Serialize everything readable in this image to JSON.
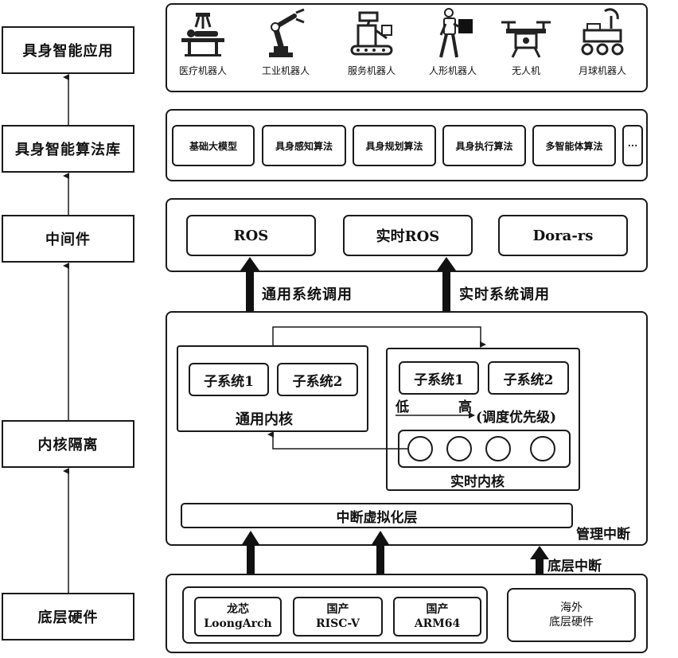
{
  "layers": {
    "application": "具身智能应用",
    "algorithm_library": "具身智能算法库",
    "middleware": "中间件",
    "kernel_isolation": "内核隔离",
    "hardware": "底层硬件"
  },
  "robots": [
    {
      "name": "医疗机器人",
      "icon": "medical-robot-icon"
    },
    {
      "name": "工业机器人",
      "icon": "industrial-robot-arm-icon"
    },
    {
      "name": "服务机器人",
      "icon": "service-robot-icon"
    },
    {
      "name": "人形机器人",
      "icon": "humanoid-robot-icon"
    },
    {
      "name": "无人机",
      "icon": "drone-icon"
    },
    {
      "name": "月球机器人",
      "icon": "lunar-rover-icon"
    }
  ],
  "algorithms": [
    "基础大模型",
    "具身感知算法",
    "具身规划算法",
    "具身执行算法",
    "多智能体算法",
    "···"
  ],
  "middleware": [
    "ROS",
    "实时ROS",
    "Dora-rs"
  ],
  "calls": {
    "general": "通用系统调用",
    "realtime": "实时系统调用"
  },
  "kernel": {
    "general_kernel": "通用内核",
    "realtime_kernel": "实时内核",
    "subsystem1": "子系统1",
    "subsystem2": "子系统2",
    "priority_low": "低",
    "priority_high": "高",
    "priority_label": "(调度优先级)",
    "interrupt_virtualization": "中断虚拟化层",
    "manage_interrupt": "管理中断",
    "bottom_interrupt": "底层中断"
  },
  "hardware": {
    "domestic": [
      {
        "line1": "龙芯",
        "line2": "LoongArch"
      },
      {
        "line1": "国产",
        "line2": "RISC-V"
      },
      {
        "line1": "国产",
        "line2": "ARM64"
      }
    ],
    "overseas": {
      "line1": "海外",
      "line2": "底层硬件"
    }
  }
}
